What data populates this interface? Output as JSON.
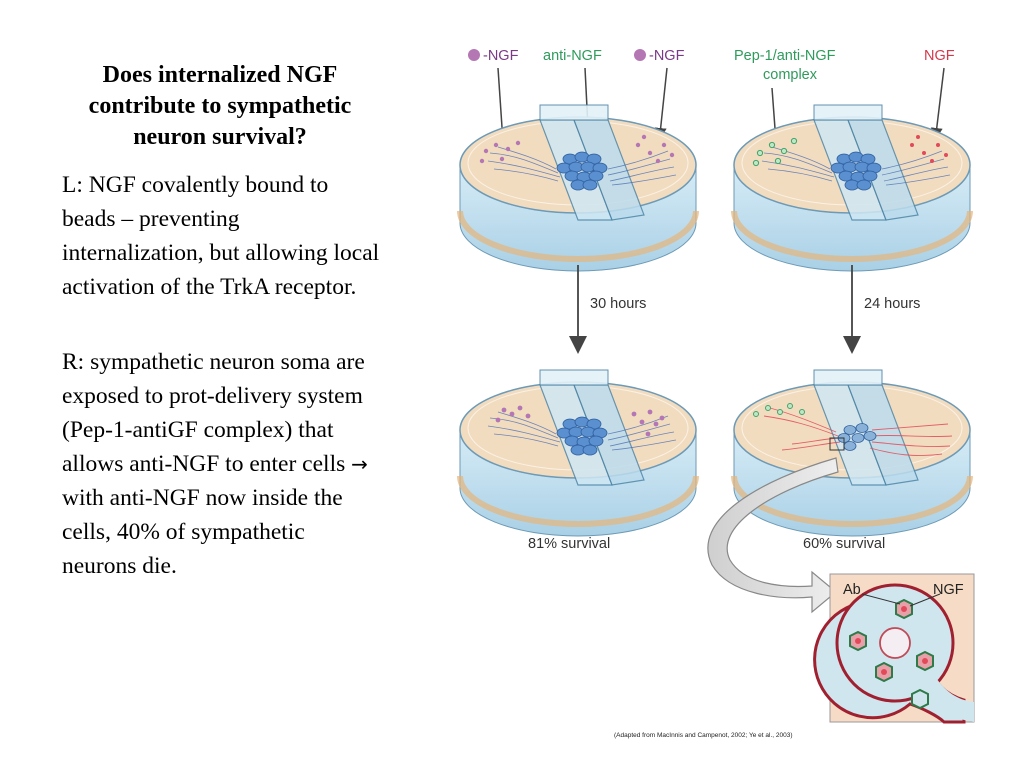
{
  "slide": {
    "title": "Does internalized NGF contribute to sympathetic neuron survival?",
    "left_paragraph": "L: NGF covalently bound to beads – preventing internalization, but allowing local activation of the TrkA receptor.",
    "right_paragraph_before": "R: sympathetic neuron soma are exposed to prot-delivery system (Pep-1-antiGF complex) that allows anti-NGF to enter cells",
    "right_paragraph_after": "with anti-NGF now inside the cells, 40% of sympathetic neurons die.",
    "arrow_symbol": "→"
  },
  "figure": {
    "left_labels": {
      "bead_ngf_left": "-NGF",
      "anti_ngf": "anti-NGF",
      "bead_ngf_right": "-NGF"
    },
    "right_labels": {
      "pep1": "Pep-1/anti-NGF",
      "complex": "complex",
      "ngf": "NGF"
    },
    "time_left": "30 hours",
    "time_right": "24 hours",
    "survival_left": "81% survival",
    "survival_right": "60% survival",
    "inset": {
      "ab": "Ab",
      "ngf": "NGF"
    },
    "credit": "(Adapted from MacInnis and Campenot, 2002; Ye et al., 2003)",
    "colors": {
      "bead": "#b477b4",
      "anti_ngf_green": "#3fa46a",
      "ngf_red": "#e24a5a",
      "soma_blue": "#5a8fd0",
      "dish_medium": "#f2dcc0",
      "arrow": "#444444"
    }
  }
}
